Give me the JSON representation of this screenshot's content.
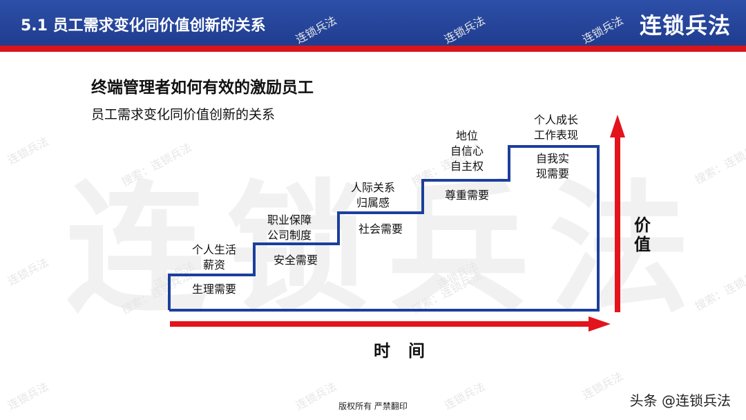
{
  "header": {
    "title": "5.1  员工需求变化同价值创新的关系",
    "brand": "连锁兵法"
  },
  "watermark": {
    "big": "连锁兵法",
    "small_a": "连锁兵法",
    "small_b": "搜索：连锁兵法"
  },
  "heading": "终端管理者如何有效的激励员工",
  "subheading": "员工需求变化同价值创新的关系",
  "steps": [
    {
      "need": "生理需要",
      "items": "个人生活\n薪资"
    },
    {
      "need": "安全需要",
      "items": "职业保障\n公司制度"
    },
    {
      "need": "社会需要",
      "items": "人际关系\n归属感"
    },
    {
      "need": "尊重需要",
      "items": "地位\n自信心\n自主权"
    },
    {
      "need": "自我实\n现需要",
      "items": "个人成长\n工作表现"
    }
  ],
  "axes": {
    "x_label": "时间",
    "y_label": "价值"
  },
  "footer": {
    "copyright": "版权所有 严禁翻印",
    "credit": "头条 @连锁兵法"
  },
  "colors": {
    "header_blue": "#1f3d8f",
    "stripe_red": "#d9141c",
    "step_line": "#1c3f9c",
    "arrow_red": "#e3141b"
  }
}
